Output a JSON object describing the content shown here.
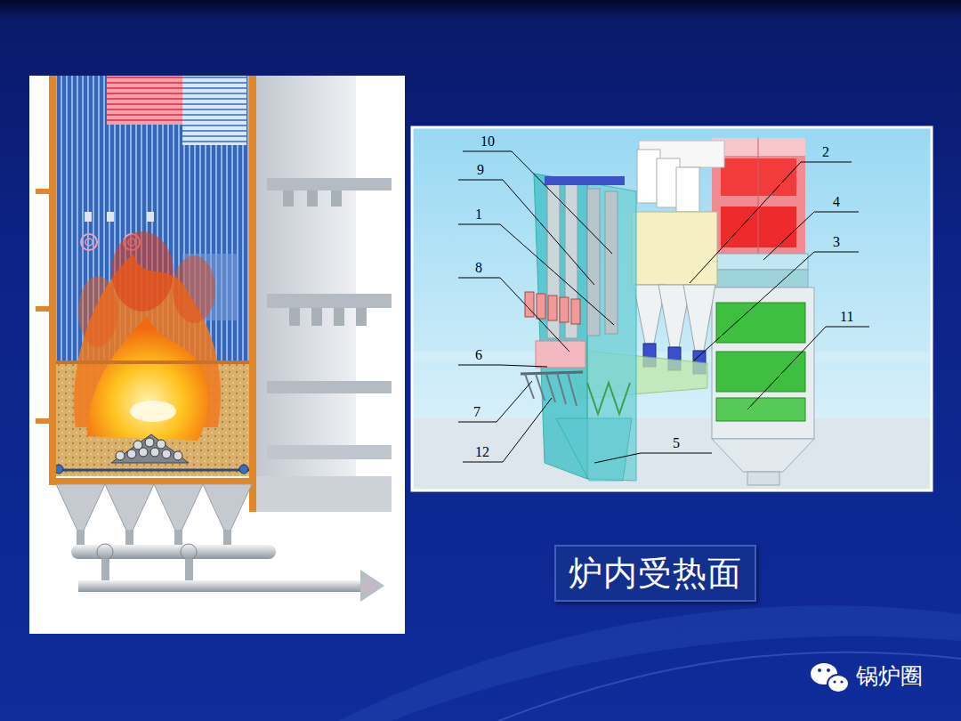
{
  "diagram": {
    "caption": "炉内受热面",
    "labels": [
      "10",
      "9",
      "1",
      "8",
      "6",
      "7",
      "12",
      "2",
      "4",
      "3",
      "11",
      "5",
      "锅炉圈"
    ]
  }
}
